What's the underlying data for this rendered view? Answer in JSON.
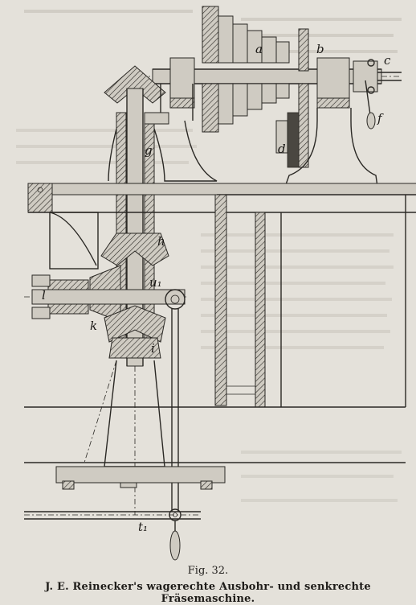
{
  "figure": {
    "number": "Fig. 32.",
    "title": "J. E. Reinecker's wagerechte Ausbohr- und senkrechte Fräsemaschine.",
    "labels": {
      "a": "a",
      "b": "b",
      "c": "c",
      "d": "d",
      "f": "f",
      "g": "g",
      "h": "h",
      "u1": "u₁",
      "l": "l",
      "k": "k",
      "i": "i",
      "t1": "t₁"
    }
  }
}
